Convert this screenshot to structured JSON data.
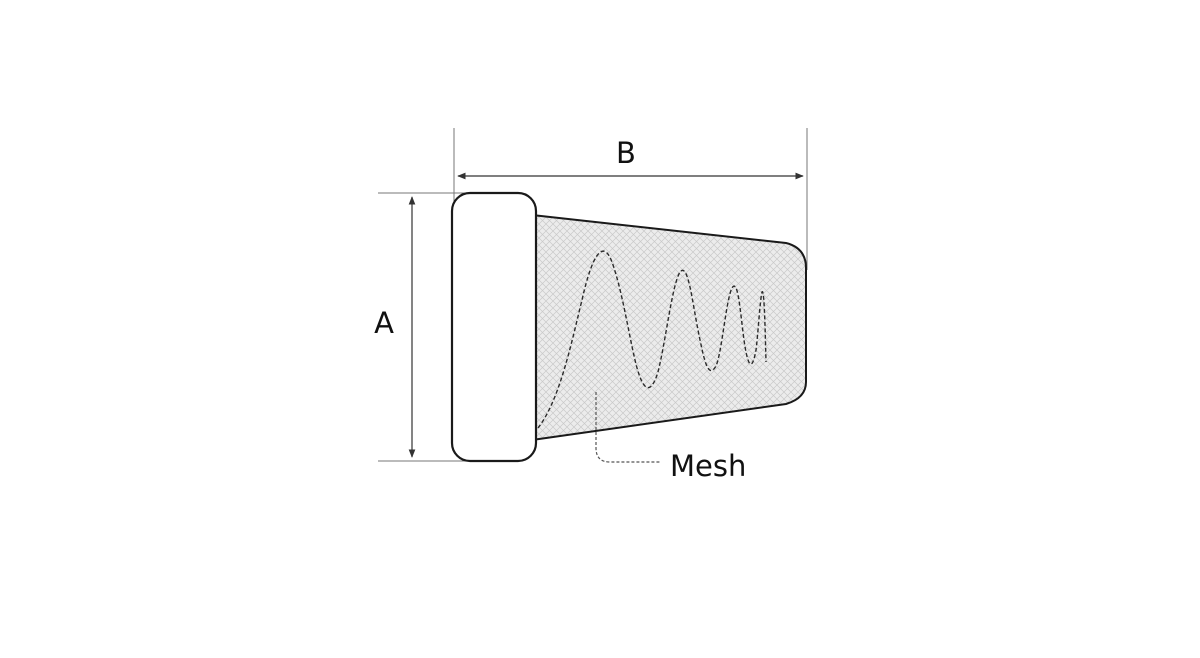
{
  "diagram": {
    "dimension_a_label": "A",
    "dimension_b_label": "B",
    "mesh_label": "Mesh"
  },
  "colors": {
    "stroke": "#1a1a1a",
    "mesh_fill": "#e9e9e9",
    "cap_fill": "#ffffff",
    "dimension_line": "#555555",
    "background": "#ffffff"
  }
}
